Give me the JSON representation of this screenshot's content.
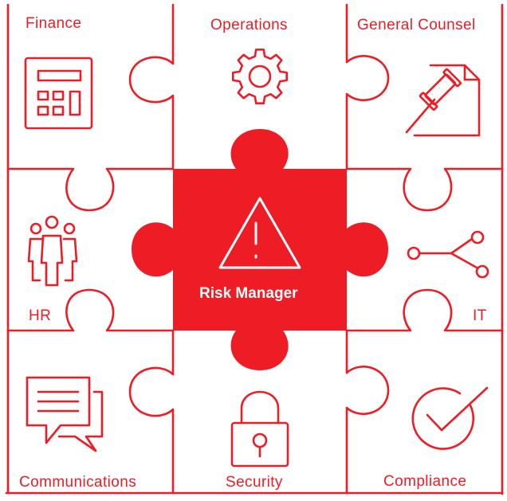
{
  "diagram": {
    "accent_color": "#ee1c25",
    "center": {
      "label": "Risk Manager",
      "icon": "warning-triangle-icon"
    },
    "pieces": [
      {
        "id": "finance",
        "label": "Finance",
        "icon": "calculator-icon"
      },
      {
        "id": "operations",
        "label": "Operations",
        "icon": "gear-icon"
      },
      {
        "id": "general-counsel",
        "label": "General Counsel",
        "icon": "gavel-document-icon"
      },
      {
        "id": "hr",
        "label": "HR",
        "icon": "people-icon"
      },
      {
        "id": "it",
        "label": "IT",
        "icon": "network-share-icon"
      },
      {
        "id": "communications",
        "label": "Communications",
        "icon": "chat-bubbles-icon"
      },
      {
        "id": "security",
        "label": "Security",
        "icon": "padlock-icon"
      },
      {
        "id": "compliance",
        "label": "Compliance",
        "icon": "checkmark-circle-icon"
      }
    ]
  }
}
